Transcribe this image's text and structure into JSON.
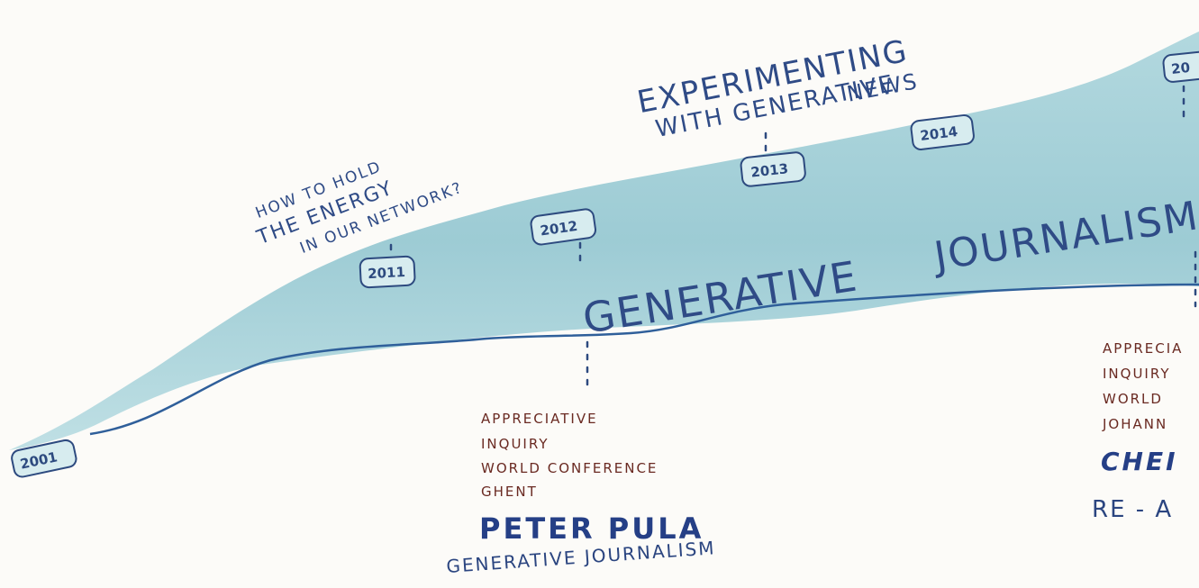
{
  "timeline": {
    "band_title": [
      "GENERATIVE",
      "JOURNALISM"
    ],
    "years": [
      "2001",
      "2011",
      "2012",
      "2013",
      "2014",
      "20"
    ],
    "top_notes": {
      "energy": [
        "HOW TO HOLD",
        "THE ENERGY",
        "IN OUR NETWORK?"
      ],
      "experimenting": [
        "EXPERIMENTING",
        "WITH GENERATIVE",
        "NEWS"
      ]
    },
    "bottom_left": {
      "lines": [
        "APPRECIATIVE",
        "INQUIRY",
        "WORLD CONFERENCE",
        "GHENT"
      ],
      "name": "PETER PULA",
      "subtitle": "GENERATIVE JOURNALISM"
    },
    "bottom_right": {
      "lines": [
        "APPRECIA",
        "INQUIRY",
        "WORLD",
        "JOHANN"
      ],
      "name": "CHEI",
      "subtitle": "RE - A"
    }
  },
  "colors": {
    "band_fill": "#8ec4cf",
    "band_edge": "#2f5f9a",
    "ink_blue": "#2f4b86",
    "ink_brown": "#6a2a22"
  }
}
